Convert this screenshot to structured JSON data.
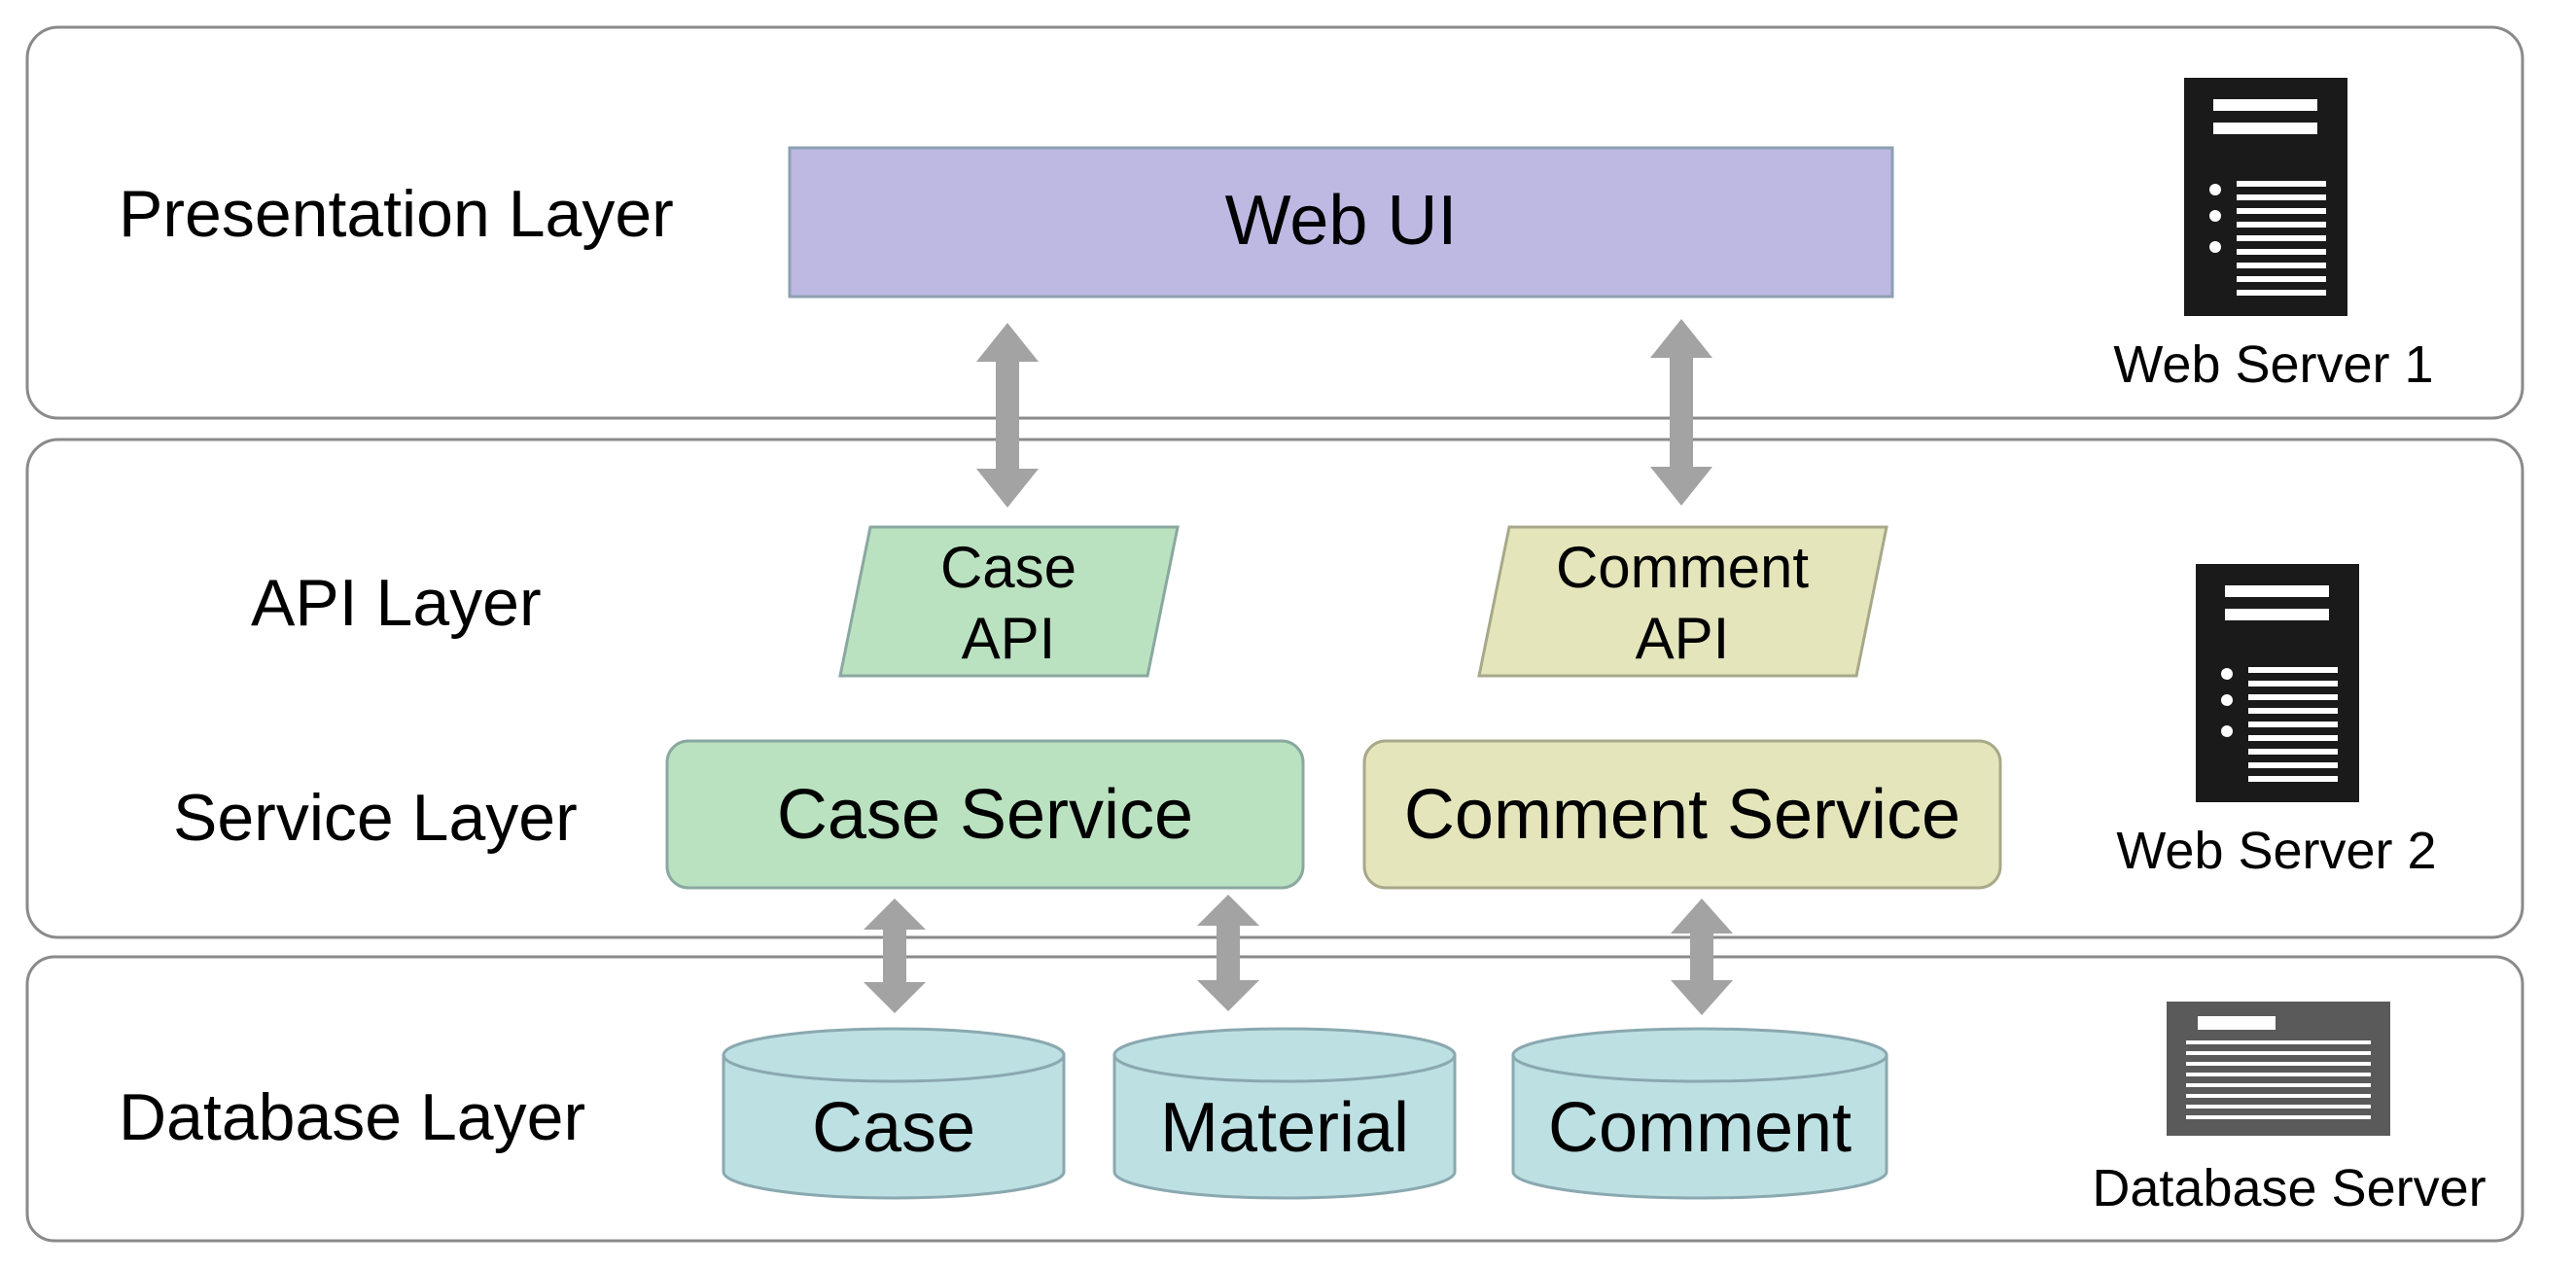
{
  "layers": {
    "presentation": {
      "label": "Presentation Layer"
    },
    "api": {
      "label": "API Layer"
    },
    "service": {
      "label": "Service Layer"
    },
    "database": {
      "label": "Database Layer"
    }
  },
  "components": {
    "web_ui": {
      "label": "Web UI",
      "color": "#bdb9e3"
    },
    "case_api": {
      "line1": "Case",
      "line2": "API",
      "color": "#bae2c0"
    },
    "comment_api": {
      "line1": "Comment",
      "line2": "API",
      "color": "#e4e5bb"
    },
    "case_service": {
      "label": "Case Service",
      "color": "#bae2c0"
    },
    "comment_service": {
      "label": "Comment Service",
      "color": "#e4e5bb"
    },
    "db_case": {
      "label": "Case",
      "color": "#bde0e3"
    },
    "db_material": {
      "label": "Material",
      "color": "#bde0e3"
    },
    "db_comment": {
      "label": "Comment",
      "color": "#bde0e3"
    }
  },
  "servers": {
    "web_server_1": {
      "label": "Web Server 1",
      "icon": "server-tower-icon"
    },
    "web_server_2": {
      "label": "Web Server 2",
      "icon": "server-tower-icon"
    },
    "database_server": {
      "label": "Database Server",
      "icon": "database-server-icon"
    }
  },
  "connectors": {
    "color": "#a3a3a3"
  }
}
